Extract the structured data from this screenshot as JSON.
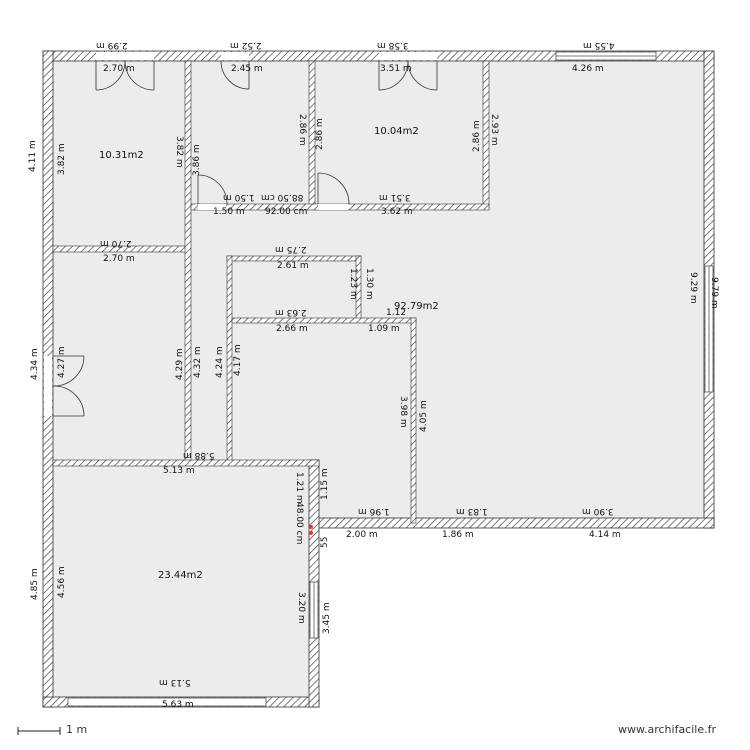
{
  "plan": {
    "watermark": "www.archifacile.fr",
    "scale_label": "1 m",
    "rooms": [
      {
        "name": "room-top-left",
        "area": "10.31m2"
      },
      {
        "name": "room-top-middle",
        "area": "10.04m2"
      },
      {
        "name": "room-main",
        "area": "92.79m2"
      },
      {
        "name": "room-bottom-left",
        "area": "23.44m2"
      }
    ],
    "dims": [
      "2.99 m",
      "2.52 m",
      "3.58 m",
      "4.55 m",
      "2.70 m",
      "2.45 m",
      "3.51 m",
      "4.26 m",
      "4.11 m",
      "3.82 m",
      "3.82 m",
      "3.86 m",
      "2.86 m",
      "2.86 m",
      "2.86 m",
      "2.93 m",
      "1.50 m",
      "88.50 cm",
      "3.51 m",
      "1.50 m",
      "92.00 cm",
      "3.62 m",
      "2.70 m",
      "2.70 m",
      "2.75 m",
      "2.61 m",
      "1.23 m",
      "1.30 m",
      "9.29 m",
      "9.79 m",
      "2.63 m",
      "1.12",
      "2.66 m",
      "1.09 m",
      "4.34 m",
      "4.27 m",
      "4.29 m",
      "4.32 m",
      "4.24 m",
      "4.17 m",
      "3.98 m",
      "4.05 m",
      "5.88 m",
      "5.13 m",
      "1.21 m",
      "1.15 m",
      "48.00 cm",
      "55",
      "1.96 m",
      "1.83 m",
      "3.90 m",
      "2.00 m",
      "1.86 m",
      "4.14 m",
      "4.85 m",
      "4.56 m",
      "3.20 m",
      "3.45 m",
      "5.13 m",
      "5.63 m"
    ]
  }
}
